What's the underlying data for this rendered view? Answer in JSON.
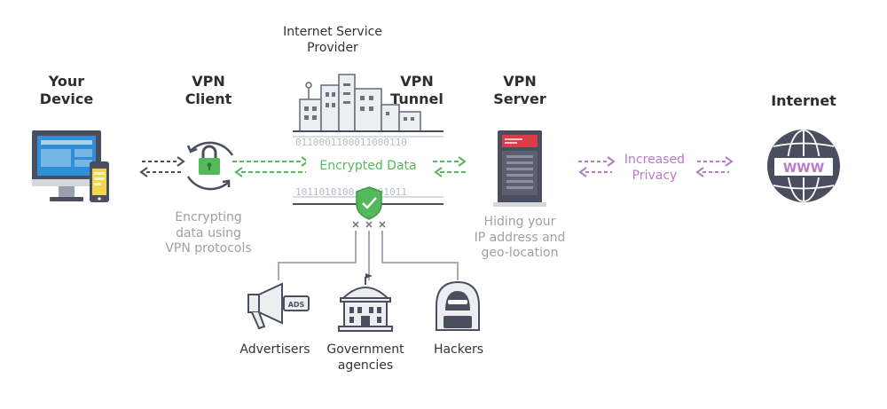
{
  "headings": {
    "device": [
      "Your",
      "Device"
    ],
    "client": [
      "VPN",
      "Client"
    ],
    "tunnel": [
      "VPN",
      "Tunnel"
    ],
    "server": [
      "VPN",
      "Server"
    ],
    "internet": "Internet"
  },
  "isp": [
    "Internet Service",
    "Provider"
  ],
  "tunnel_label": "Encrypted Data",
  "binary": {
    "top": "0110001100011000110",
    "bottom": "1011010100 01101011"
  },
  "client_caption": [
    "Encrypting",
    "data using",
    "VPN protocols"
  ],
  "server_caption": [
    "Hiding your",
    "IP address and",
    "geo-location"
  ],
  "privacy": [
    "Increased",
    "Privacy"
  ],
  "www_text": "WWW",
  "ads_text": "ADS",
  "observers": {
    "advertisers": "Advertisers",
    "government": [
      "Government",
      "agencies"
    ],
    "hackers": "Hackers"
  },
  "colors": {
    "green": "#53b95a",
    "purple": "#b57bc9",
    "dark": "#4a4f5f",
    "blue": "#2f8fd8",
    "red": "#d83d4b",
    "gray": "#a0a0a0"
  },
  "icons": [
    "computer-icon",
    "phone-icon",
    "padlock-icon",
    "city-skyline-icon",
    "shield-check-icon",
    "server-rack-icon",
    "globe-icon",
    "megaphone-icon",
    "government-building-icon",
    "hacker-icon"
  ]
}
